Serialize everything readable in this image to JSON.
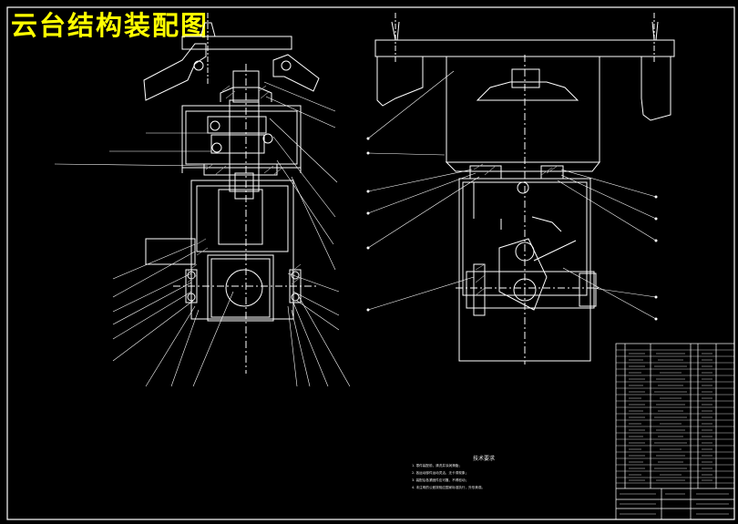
{
  "title": "云台结构装配图",
  "colors": {
    "background": "#000000",
    "lines": "#ffffff",
    "title": "#ffff00",
    "hatch": "#aaaaaa"
  },
  "notes": {
    "heading": "技术要求",
    "lines": [
      "1. 零件装配前，清洗并涂润滑脂；",
      "2. 各运动部件运动灵活，无卡滞现象；",
      "3. 装配后各紧固件应可靠，不得松动；",
      "4. 未注明的公差按相应国家标准执行，外形美观。"
    ]
  }
}
